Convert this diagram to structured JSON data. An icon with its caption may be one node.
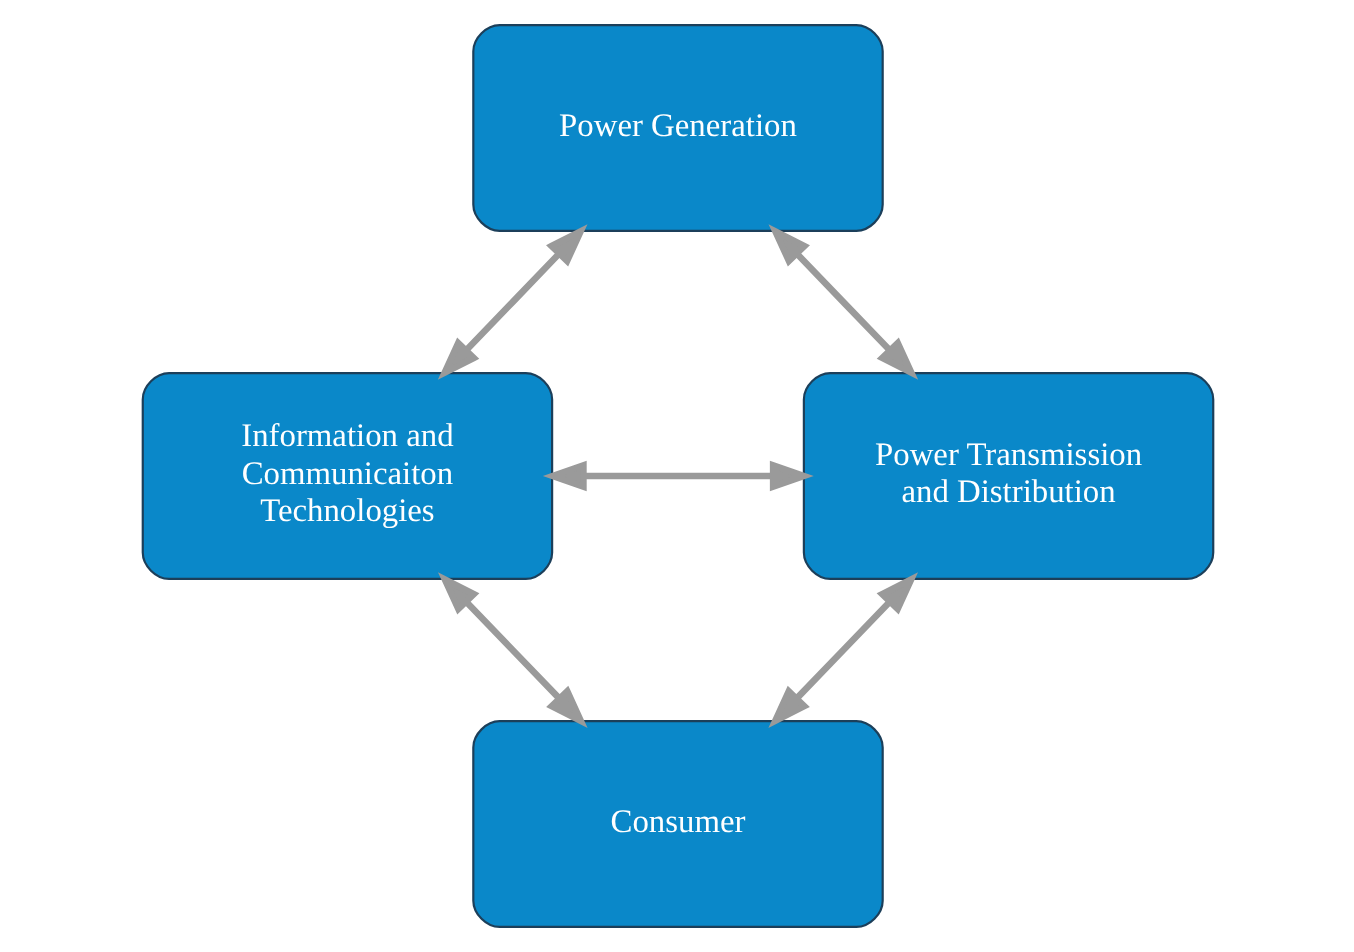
{
  "diagram": {
    "nodes": [
      {
        "text": [
          "Power Generation"
        ]
      },
      {
        "text": [
          "Information and Communicaiton Technologies"
        ]
      },
      {
        "text": [
          "Power Transmission and Distribution"
        ]
      },
      {
        "text": [
          "Consumer"
        ]
      }
    ],
    "edges": [
      {
        "from": 1,
        "to": 0,
        "arrow": "both"
      },
      {
        "from": 0,
        "to": 2,
        "arrow": "both"
      },
      {
        "from": 1,
        "to": 2,
        "arrow": "both"
      },
      {
        "from": 1,
        "to": 3,
        "arrow": "both"
      },
      {
        "from": 3,
        "to": 2,
        "arrow": "both"
      }
    ]
  }
}
